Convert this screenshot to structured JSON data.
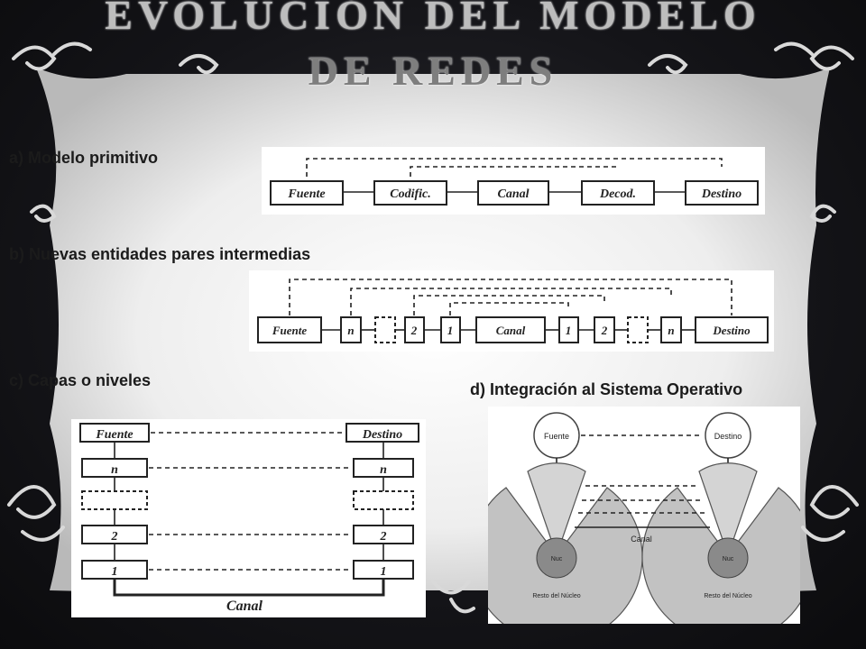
{
  "slide": {
    "title_line1": "EVOLUCIÓN DEL MODELO",
    "title_line2": "DE REDES"
  },
  "section_a": {
    "label": "a) Modelo primitivo",
    "boxes": [
      "Fuente",
      "Codific.",
      "Canal",
      "Decod.",
      "Destino"
    ]
  },
  "section_b": {
    "label": "b) Nuevas entidades pares intermedias",
    "boxes": [
      "Fuente",
      "n",
      "",
      "2",
      "1",
      "Canal",
      "1",
      "2",
      "",
      "n",
      "Destino"
    ]
  },
  "section_c": {
    "label": "c) Capas o niveles",
    "left_column": [
      "Fuente",
      "n",
      "",
      "2",
      "1"
    ],
    "right_column": [
      "Destino",
      "n",
      "",
      "2",
      "1"
    ],
    "channel": "Canal"
  },
  "section_d": {
    "label": "d) Integración al Sistema Operativo",
    "source": "Fuente",
    "destination": "Destino",
    "channel": "Canal",
    "kernel_left": "Resto del Núcleo",
    "kernel_right": "Resto del Núcleo",
    "center_left": "Nuc",
    "center_right": "Nuc"
  }
}
